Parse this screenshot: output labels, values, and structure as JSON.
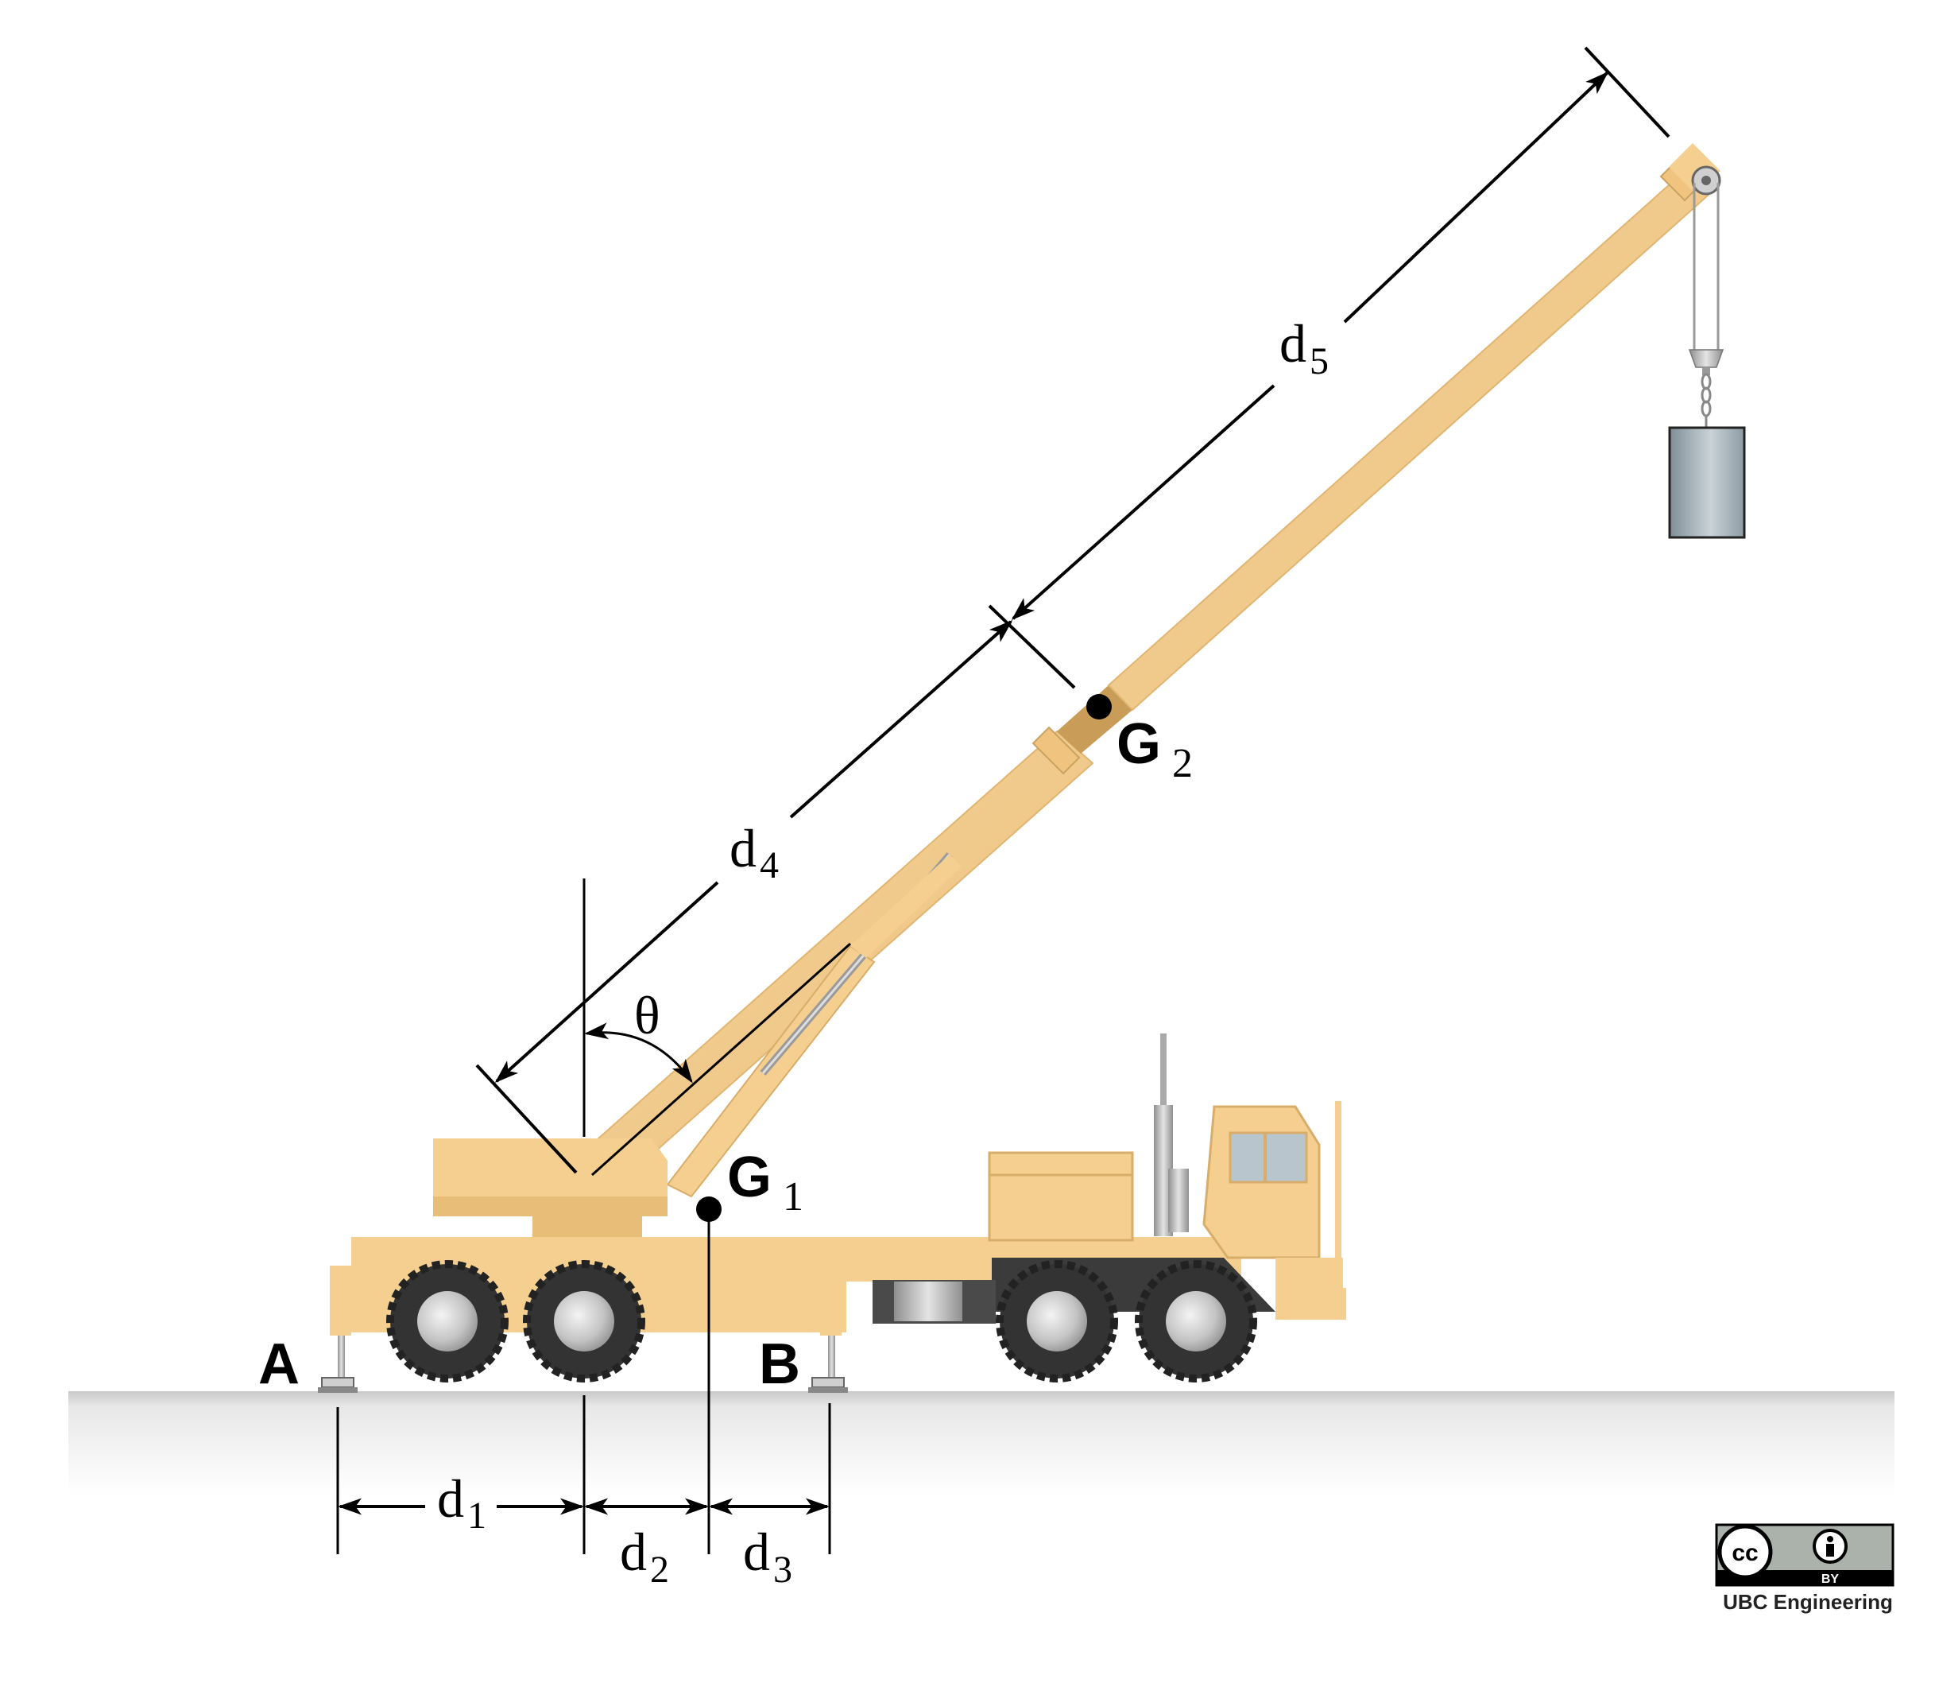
{
  "labels": {
    "A": "A",
    "B": "B",
    "G1": "G",
    "G1_sub": "1",
    "G2": "G",
    "G2_sub": "2",
    "theta": "θ",
    "d1": "d",
    "d1_sub": "1",
    "d2": "d",
    "d2_sub": "2",
    "d3": "d",
    "d3_sub": "3",
    "d4": "d",
    "d4_sub": "4",
    "d5": "d",
    "d5_sub": "5"
  },
  "license": {
    "cc": "cc",
    "by": "BY",
    "credit": "UBC Engineering"
  },
  "colors": {
    "crane_body": "#f5cf8f",
    "crane_shadow": "#d8ad69",
    "boom_inner": "#c79a55",
    "tire": "#333333",
    "hub": "#cccccc",
    "ground": "#e6e6e6",
    "load": "#9aa8b0",
    "line": "#000000"
  }
}
